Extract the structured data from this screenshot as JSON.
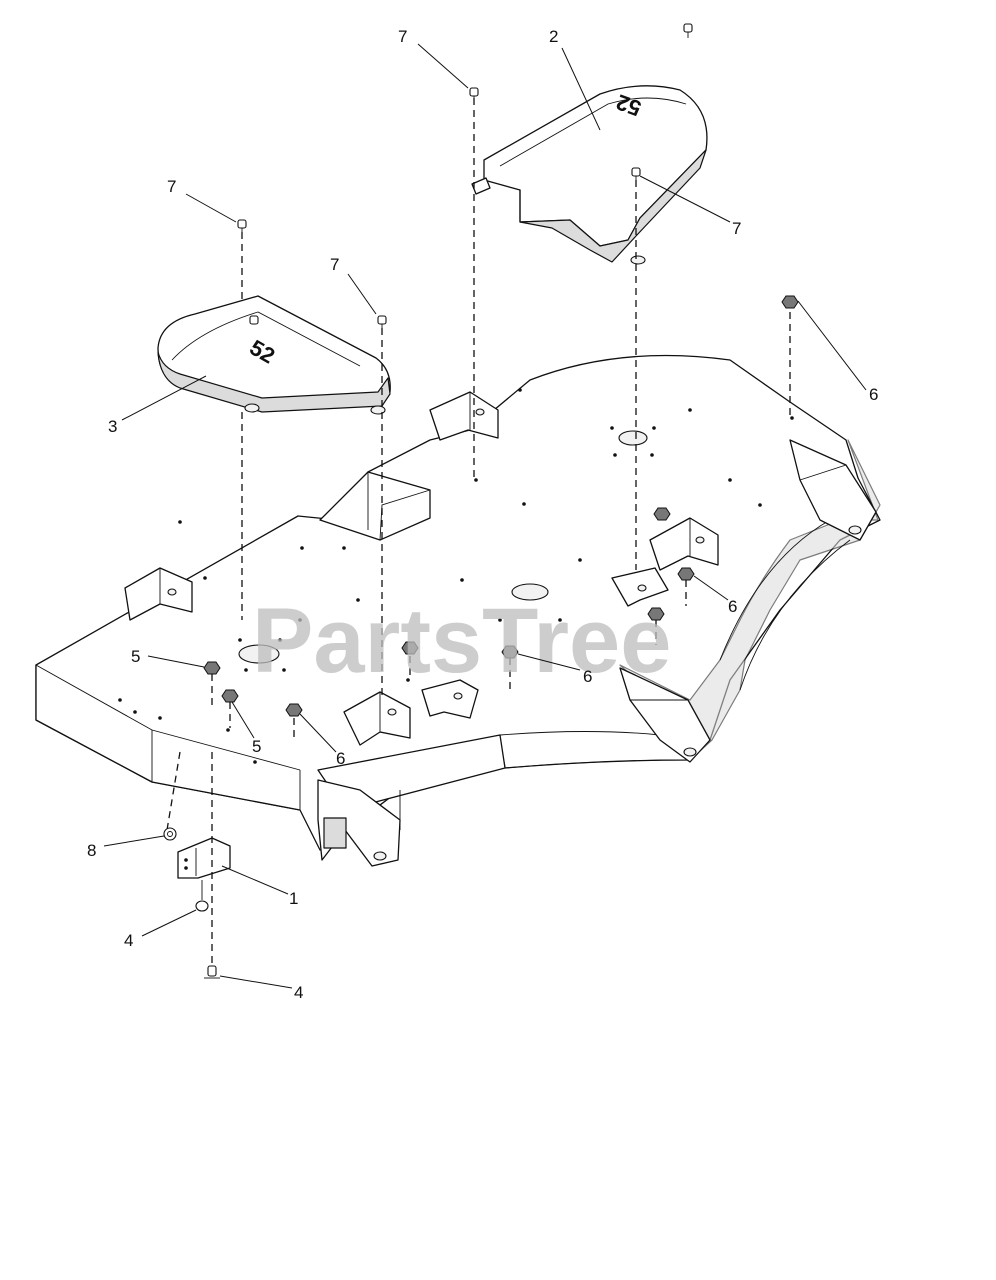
{
  "watermark": "PartsTree",
  "cover_stamps": {
    "right_cover": "52",
    "left_cover": "52"
  },
  "callouts": [
    {
      "id": "c-2",
      "text": "2"
    },
    {
      "id": "c-7a",
      "text": "7"
    },
    {
      "id": "c-7b",
      "text": "7"
    },
    {
      "id": "c-7c",
      "text": "7"
    },
    {
      "id": "c-7d",
      "text": "7"
    },
    {
      "id": "c-3",
      "text": "3"
    },
    {
      "id": "c-6a",
      "text": "6"
    },
    {
      "id": "c-6b",
      "text": "6"
    },
    {
      "id": "c-6c",
      "text": "6"
    },
    {
      "id": "c-6d",
      "text": "6"
    },
    {
      "id": "c-5a",
      "text": "5"
    },
    {
      "id": "c-5b",
      "text": "5"
    },
    {
      "id": "c-8",
      "text": "8"
    },
    {
      "id": "c-1",
      "text": "1"
    },
    {
      "id": "c-4a",
      "text": "4"
    },
    {
      "id": "c-4b",
      "text": "4"
    }
  ]
}
